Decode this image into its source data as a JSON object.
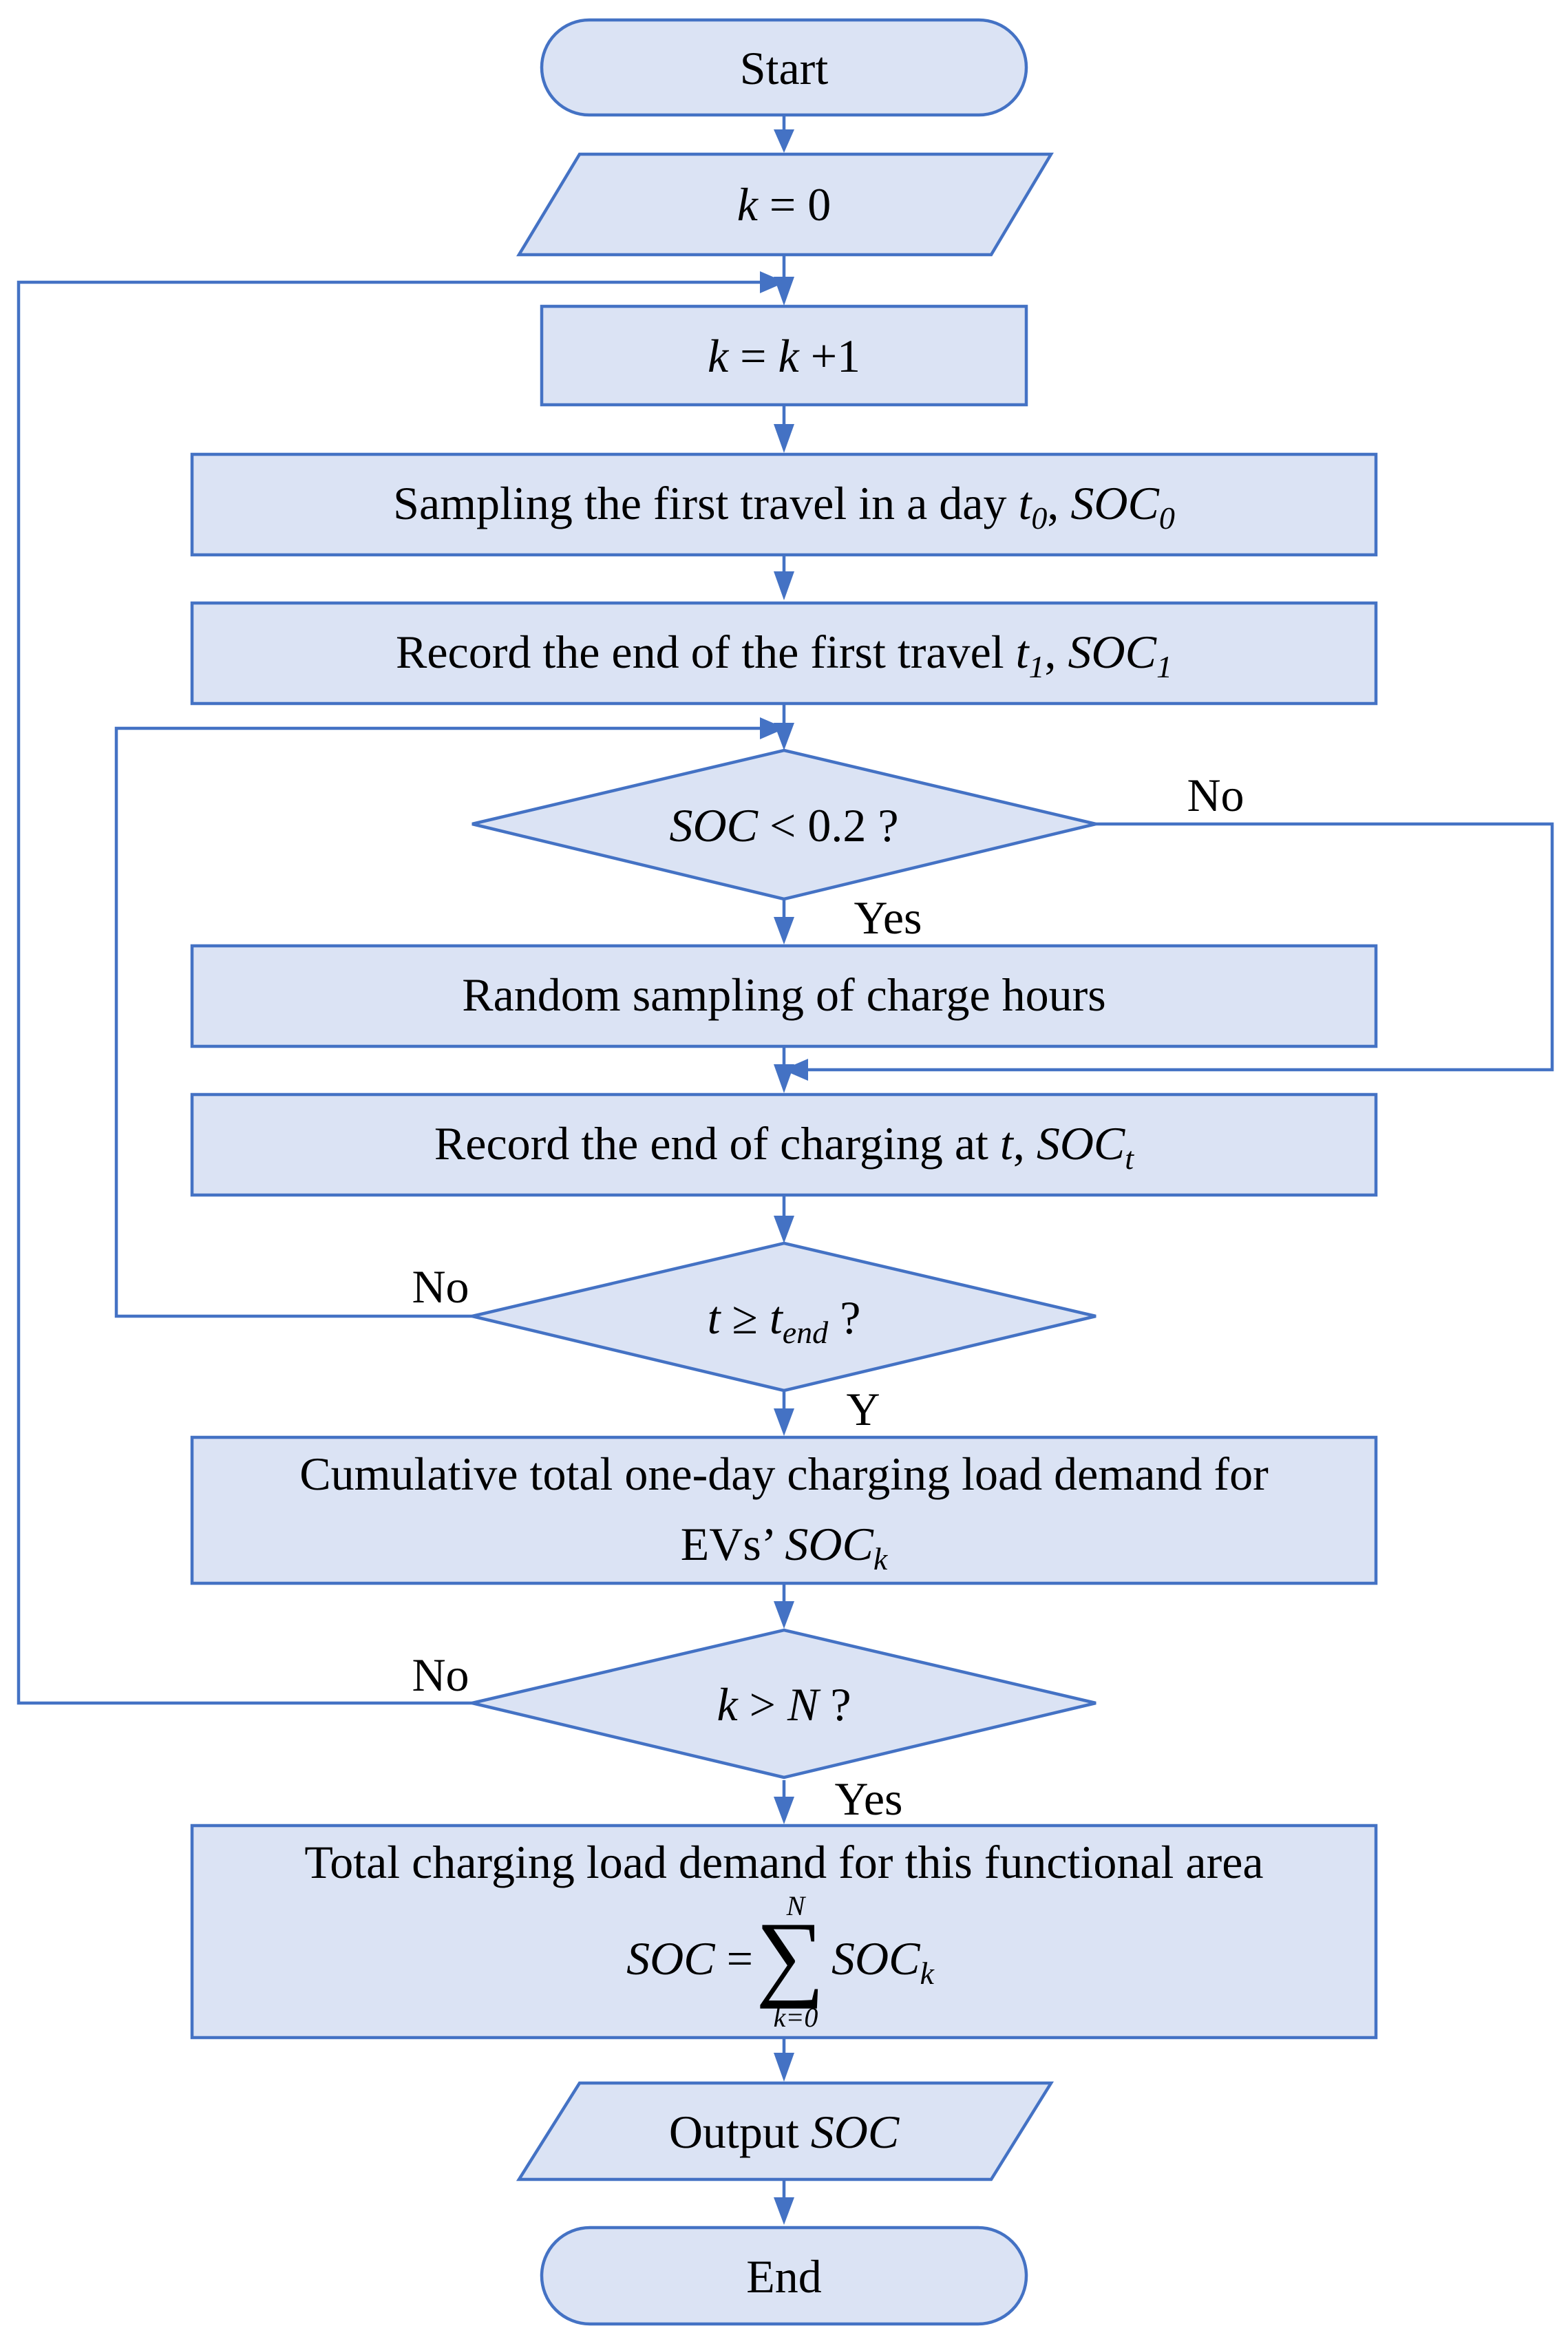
{
  "nodes": {
    "start": {
      "text": "Start"
    },
    "init_k": {
      "math": {
        "var": "k",
        "rest": " = 0"
      }
    },
    "increment_k": {
      "math": {
        "var1": "k",
        "eq": " = ",
        "var2": "k",
        "rest": " +1"
      }
    },
    "sample_first_travel": {
      "text": "Sampling the first travel in a day ",
      "t": "t",
      "t_sub": "0",
      "sep": ", ",
      "soc": "SOC",
      "soc_sub": "0"
    },
    "record_first_end": {
      "text": "Record the end of the first travel ",
      "t": "t",
      "t_sub": "1",
      "sep": ", ",
      "soc": "SOC",
      "soc_sub": "1"
    },
    "check_soc": {
      "soc": "SOC",
      "rest": " < 0.2 ?"
    },
    "random_sampling": {
      "text": "Random sampling of charge hours"
    },
    "record_charge_end": {
      "text": "Record the end of charging at ",
      "t": "t",
      "sep": ", ",
      "soc": "SOC",
      "soc_sub": "t"
    },
    "check_time": {
      "t": "t",
      "ge": " ≥ ",
      "t2": "t",
      "t_sub": "end",
      "rest": " ?"
    },
    "cumulative": {
      "line1": "Cumulative total one-day charging load demand for",
      "line2": "EVs’ ",
      "soc": "SOC",
      "soc_sub": "k"
    },
    "check_k": {
      "k": "k",
      "gt": " > ",
      "n": "N",
      "rest": " ?"
    },
    "total": {
      "line1": "Total charging load demand for this functional area",
      "lhs": "SOC",
      "eq": " = ",
      "sigma": "∑",
      "upper": "N",
      "lower": "k=0",
      "term": "SOC",
      "term_sub": "k"
    },
    "output": {
      "text": "Output ",
      "soc": "SOC"
    },
    "end": {
      "text": "End"
    }
  },
  "edge_labels": {
    "soc_no": "No",
    "soc_yes": "Yes",
    "time_no": "No",
    "time_yes": "Y",
    "k_no": "No",
    "k_yes": "Yes"
  },
  "colors": {
    "stroke": "#4472c4",
    "fill": "#dbe3f4"
  }
}
